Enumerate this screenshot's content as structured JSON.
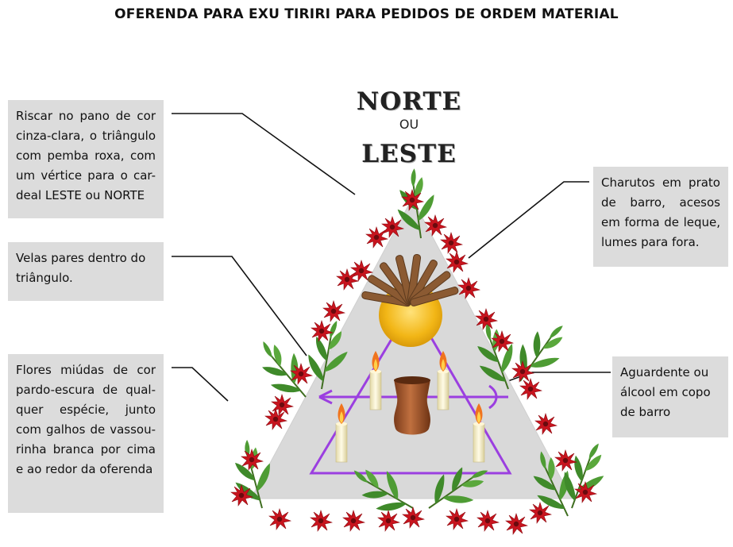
{
  "title": "OFERENDA PARA EXU TIRIRI PARA PEDIDOS DE ORDEM MATERIAL",
  "directions": {
    "norte": "NORTE",
    "ou": "OU",
    "leste": "LESTE"
  },
  "notes": {
    "riscar": "Riscar no pano de cor cinza-clara, o triângulo com pemba roxa, com um vértice para o car-deal LESTE ou NORTE",
    "velas": "Velas pares dentro do triângulo.",
    "flores": "Flores miúdas de cor pardo-escura de qual-quer espécie, junto com galhos de vassou-rinha branca por cima e ao redor da oferenda",
    "charutos": "Charutos em prato de barro, acesos em forma de leque, lumes para fora.",
    "aguardente": "Aguardente ou álcool em copo de barro"
  },
  "colors": {
    "cloth": "#d9d9d9",
    "pemba": "#9b3fe0",
    "flower": "#c8141e",
    "leaf": "#3f8a2a",
    "plate": "#f2b616",
    "cigar": "#8b5a32",
    "candle": "#f3ecc8",
    "flame": "#f0741e",
    "cup": "#a0522d"
  },
  "icons": [
    "flower-icon",
    "leaf-branch-icon",
    "candle-icon",
    "cigar-icon",
    "clay-plate-icon",
    "clay-cup-icon",
    "pemba-arrow-icon"
  ]
}
